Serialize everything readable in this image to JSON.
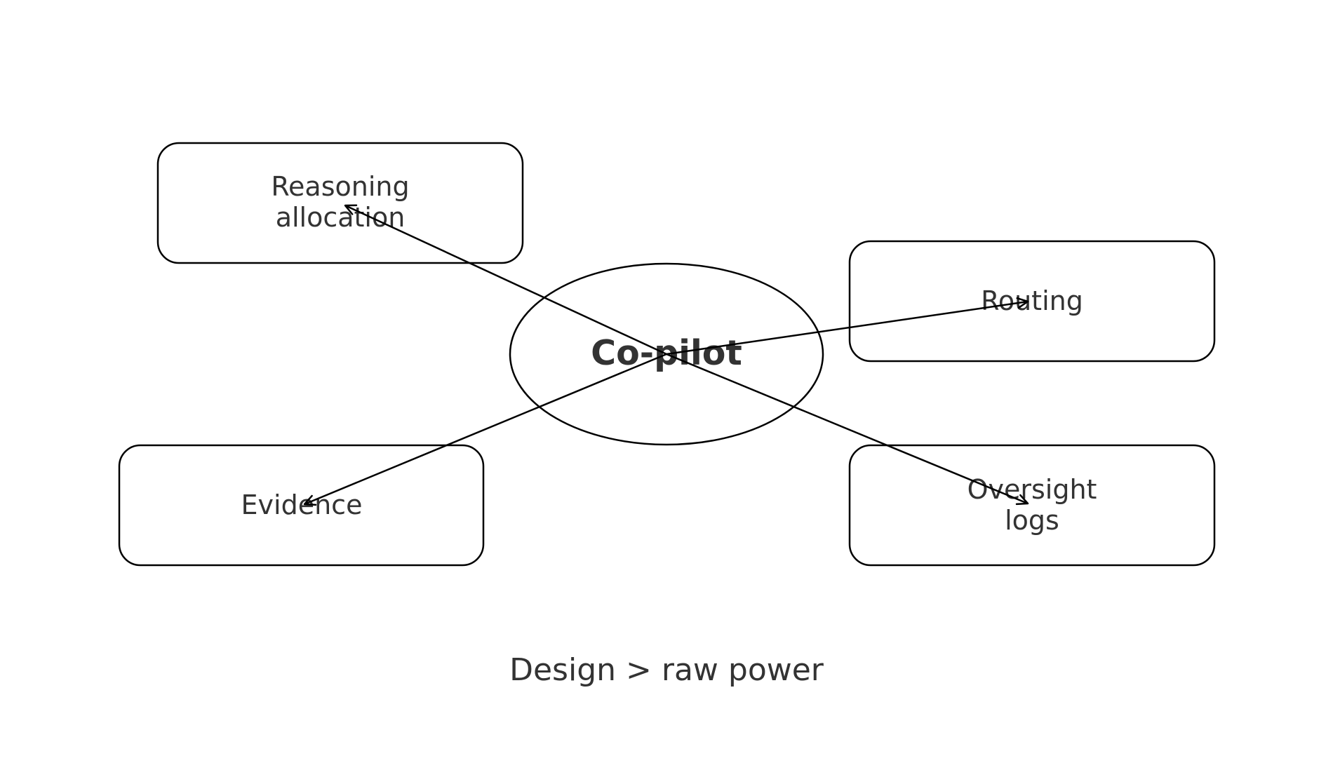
{
  "diagram": {
    "hub": {
      "id": "copilot",
      "label": "Co-pilot"
    },
    "nodes": [
      {
        "id": "reasoning-allocation",
        "lines": [
          "Reasoning",
          "allocation"
        ]
      },
      {
        "id": "routing",
        "lines": [
          "Routing"
        ]
      },
      {
        "id": "evidence",
        "lines": [
          "Evidence"
        ]
      },
      {
        "id": "oversight-logs",
        "lines": [
          "Oversight",
          "logs"
        ]
      }
    ],
    "edges": [
      {
        "from": "copilot",
        "to": "reasoning-allocation",
        "arrow": "end"
      },
      {
        "from": "copilot",
        "to": "routing",
        "arrow": "end"
      },
      {
        "from": "copilot",
        "to": "evidence",
        "arrow": "end"
      },
      {
        "from": "copilot",
        "to": "oversight-logs",
        "arrow": "end"
      }
    ],
    "caption": "Design > raw power",
    "colors": {
      "text": "#333333",
      "stroke": "#000000",
      "background": "#ffffff"
    }
  }
}
